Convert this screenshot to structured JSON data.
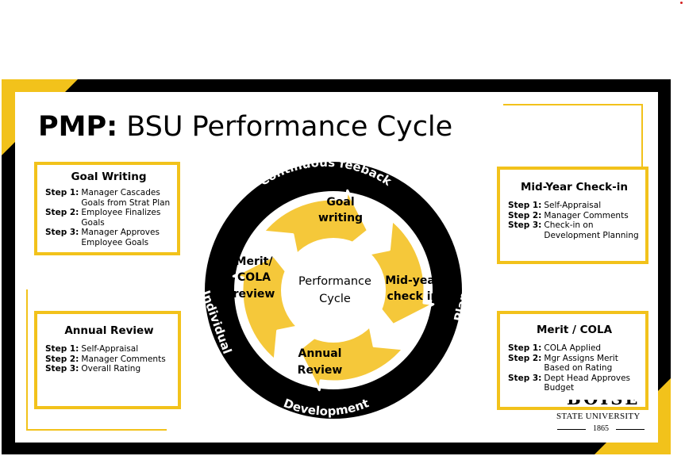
{
  "title": {
    "prefix": "PMP:",
    "rest": " BSU Performance Cycle"
  },
  "colors": {
    "gold": "#f2c21b",
    "ring": "#000000",
    "arrow": "#f5c83a",
    "arrow_stroke": "#ffffff"
  },
  "cycle": {
    "center": "Performance Cycle",
    "ring_labels": {
      "top": "Continuous feeback",
      "right": "Plan",
      "bottom": "Development",
      "left": "Individual"
    },
    "stages": {
      "goal": [
        "Goal",
        "writing"
      ],
      "midyear": [
        "Mid-year",
        "check in"
      ],
      "annual": [
        "Annual",
        "Review"
      ],
      "merit": [
        "Merit/",
        "COLA",
        "review"
      ]
    }
  },
  "boxes": {
    "goal_writing": {
      "title": "Goal Writing",
      "steps": [
        {
          "label": "Step 1:",
          "text": "Manager Cascades Goals from Strat Plan"
        },
        {
          "label": "Step 2:",
          "text": "Employee Finalizes Goals"
        },
        {
          "label": "Step 3:",
          "text": "Manager Approves Employee Goals"
        }
      ]
    },
    "mid_year": {
      "title": "Mid-Year Check-in",
      "steps": [
        {
          "label": "Step 1:",
          "text": "Self-Appraisal"
        },
        {
          "label": "Step 2:",
          "text": "Manager Comments"
        },
        {
          "label": "Step 3:",
          "text": "Check-in on Development Planning"
        }
      ]
    },
    "annual_review": {
      "title": "Annual Review",
      "steps": [
        {
          "label": "Step 1:",
          "text": "Self-Appraisal"
        },
        {
          "label": "Step 2:",
          "text": "Manager Comments"
        },
        {
          "label": "Step 3:",
          "text": "Overall Rating"
        }
      ]
    },
    "merit_cola": {
      "title": "Merit / COLA",
      "steps": [
        {
          "label": "Step 1:",
          "text": "COLA Applied"
        },
        {
          "label": "Step 2:",
          "text": "Mgr Assigns Merit Based on Rating"
        },
        {
          "label": "Step 3:",
          "text": "Dept Head Approves Budget"
        }
      ]
    }
  },
  "logo": {
    "wordmark": "BOISE",
    "name": "STATE UNIVERSITY",
    "year": "1865"
  }
}
